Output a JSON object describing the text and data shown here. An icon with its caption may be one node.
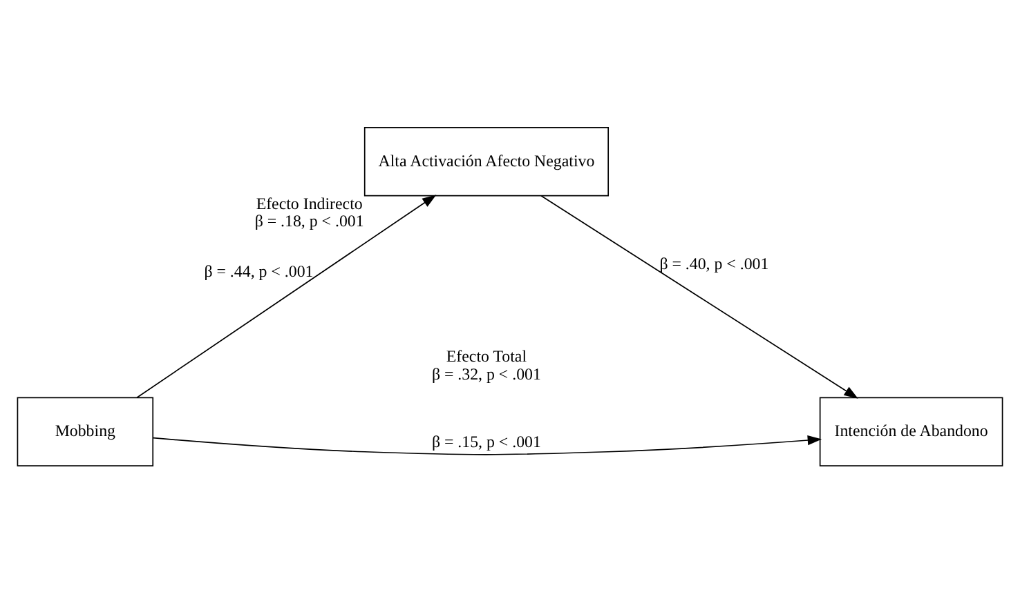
{
  "diagram": {
    "nodes": [
      {
        "text": [
          "Mobbing"
        ]
      },
      {
        "text": [
          "Alta Activación Afecto Negativo"
        ],
        "beside": [
          "Efecto Indirecto",
          "β = .18, p < .001"
        ]
      },
      {
        "text": [
          "Intención de Abandono"
        ]
      }
    ],
    "edges": [
      {
        "from": 0,
        "to": 1,
        "arrow": "to",
        "label": "β = .44, p < .001"
      },
      {
        "from": 1,
        "to": 2,
        "arrow": "to",
        "label": "β = .40, p < .001"
      },
      {
        "from": 0,
        "to": 2,
        "arrow": "to",
        "label": "β = .15, p < .001"
      }
    ],
    "labels": [
      "Efecto Total",
      "β = .32, p < .001"
    ]
  }
}
